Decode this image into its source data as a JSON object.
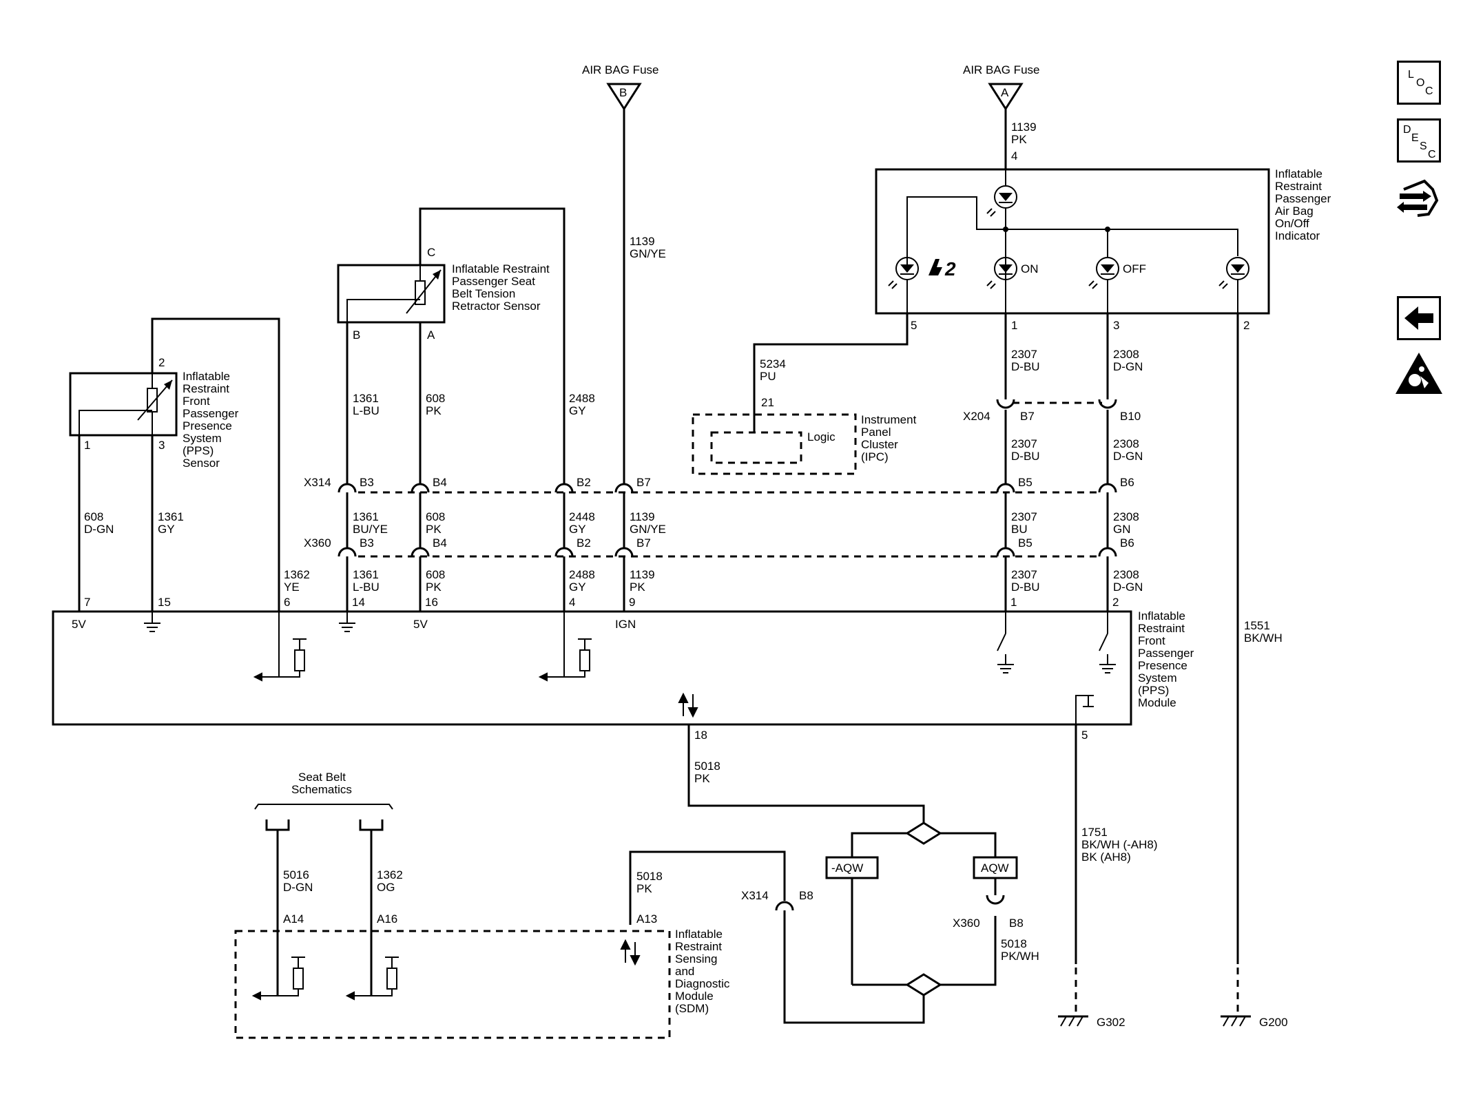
{
  "fuses": {
    "b_label": "AIR BAG Fuse",
    "b_letter": "B",
    "a_label": "AIR BAG Fuse",
    "a_letter": "A"
  },
  "wires": {
    "w1139pk_top": [
      "1139",
      "PK",
      "4"
    ],
    "w1139gnye_top": [
      "1139",
      "GN/YE"
    ],
    "w1361lbu_top": [
      "1361",
      "L-BU"
    ],
    "w608pk_top": [
      "608",
      "PK"
    ],
    "w2488gy_top": [
      "2488",
      "GY"
    ],
    "w608dgn": [
      "608",
      "D-GN"
    ],
    "w1361gy": [
      "1361",
      "GY"
    ],
    "w5234": [
      "5234",
      "PU",
      "21"
    ],
    "w2307_a": [
      "2307",
      "D-BU"
    ],
    "w2308_a": [
      "2308",
      "D-GN"
    ],
    "w2307_b": [
      "2307",
      "D-BU"
    ],
    "w2308_b": [
      "2308",
      "D-GN"
    ],
    "row_mid": {
      "a": [
        "1361",
        "BU/YE"
      ],
      "b": [
        "608",
        "PK"
      ],
      "c": [
        "2448",
        "GY"
      ],
      "d": [
        "1139",
        "GN/YE"
      ],
      "e": [
        "2307",
        "BU"
      ],
      "f": [
        "2308",
        "GN"
      ]
    },
    "row_low": {
      "a": [
        "1362",
        "YE"
      ],
      "b": [
        "1361",
        "L-BU"
      ],
      "c": [
        "608",
        "PK"
      ],
      "d": [
        "2488",
        "GY"
      ],
      "e": [
        "1139",
        "PK"
      ],
      "f": [
        "2307",
        "D-BU"
      ],
      "g": [
        "2308",
        "D-GN"
      ]
    },
    "w1551": [
      "1551",
      "BK/WH"
    ],
    "w5018_top": [
      "5018",
      "PK"
    ],
    "w5018_sdm": [
      "5018",
      "PK"
    ],
    "w5018_pkwh": [
      "5018",
      "PK/WH"
    ],
    "w1751": [
      "1751",
      "BK/WH (-AH8)",
      "BK (AH8)"
    ],
    "w5016": [
      "5016",
      "D-GN"
    ],
    "w1362og": [
      "1362",
      "OG"
    ]
  },
  "connectors": {
    "x314": "X314",
    "x360": "X360",
    "x204": "X204",
    "x314_sdm": "X314",
    "x360_sdm": "X360",
    "b3": "B3",
    "b4": "B4",
    "b2": "B2",
    "b7": "B7",
    "b5": "B5",
    "b6": "B6",
    "b3b": "B3",
    "b4b": "B4",
    "b2b": "B2",
    "b7b": "B7",
    "b5b": "B5",
    "b6b": "B6",
    "b7_x204": "B7",
    "b10_x204": "B10",
    "b8_x314": "B8",
    "b8_x360": "B8"
  },
  "pins": {
    "pps_sensor": [
      "2",
      "1",
      "3"
    ],
    "module": [
      "7",
      "15",
      "6",
      "14",
      "16",
      "4",
      "9",
      "1",
      "2",
      "18",
      "5"
    ],
    "retractor": [
      "C",
      "B",
      "A"
    ],
    "indicator": [
      "5",
      "1",
      "3",
      "2"
    ],
    "sdm": [
      "A14",
      "A16",
      "A13"
    ]
  },
  "components": {
    "pps_sensor": [
      "Inflatable",
      "Restraint",
      "Front",
      "Passenger",
      "Presence",
      "System",
      "(PPS)",
      "Sensor"
    ],
    "retractor": [
      "Inflatable Restraint",
      "Passenger Seat",
      "Belt Tension",
      "Retractor Sensor"
    ],
    "indicator": [
      "Inflatable",
      "Restraint",
      "Passenger",
      "Air Bag",
      "On/Off",
      "Indicator"
    ],
    "ipc": [
      "Instrument",
      "Panel",
      "Cluster",
      "(IPC)"
    ],
    "ipc_logic": "Logic",
    "pps_module": [
      "Inflatable",
      "Restraint",
      "Front",
      "Passenger",
      "Presence",
      "System",
      "(PPS)",
      "Module"
    ],
    "sdm": [
      "Inflatable",
      "Restraint",
      "Sensing",
      "and",
      "Diagnostic",
      "Module",
      "(SDM)"
    ],
    "seat_belt": [
      "Seat Belt",
      "Schematics"
    ]
  },
  "indicator_labels": {
    "on": "ON",
    "off": "OFF"
  },
  "module_labels": {
    "v5_left": "5V",
    "v5_mid": "5V",
    "ign": "IGN"
  },
  "options": {
    "neg": "-AQW",
    "pos": "AQW"
  },
  "grounds": {
    "g302": "G302",
    "g200": "G200"
  },
  "side_nav": {
    "loc": [
      "L",
      "O",
      "C"
    ],
    "desc": [
      "D",
      "E",
      "S",
      "C"
    ],
    "icons": [
      "connector-view-icon",
      "back-arrow-icon",
      "airbag-warning-icon"
    ]
  }
}
